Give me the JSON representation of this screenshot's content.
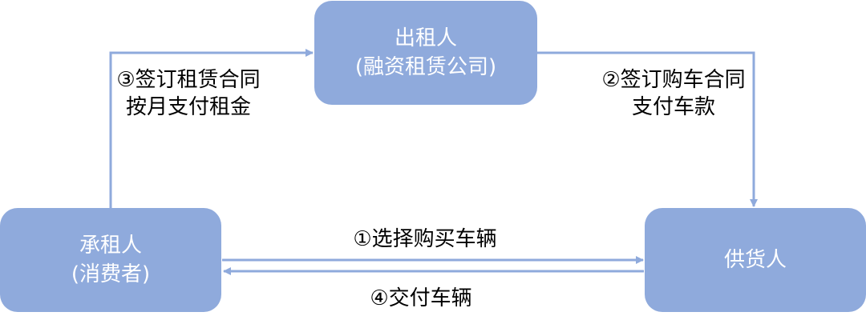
{
  "nodes": {
    "lessor": {
      "line1": "出租人",
      "line2": "(融资租赁公司)"
    },
    "lessee": {
      "line1": "承租人",
      "line2": "(消费者)"
    },
    "supplier": {
      "line1": "供货人"
    }
  },
  "edges": {
    "step1": "①选择购买车辆",
    "step2_line1": "②签订购车合同",
    "step2_line2": "支付车款",
    "step3_line1": "③签订租赁合同",
    "step3_line2": "按月支付租金",
    "step4": "④交付车辆"
  },
  "colors": {
    "node_fill": "#8faadc",
    "node_text": "#ffffff",
    "arrow": "#8faadc",
    "label_text": "#000000"
  }
}
